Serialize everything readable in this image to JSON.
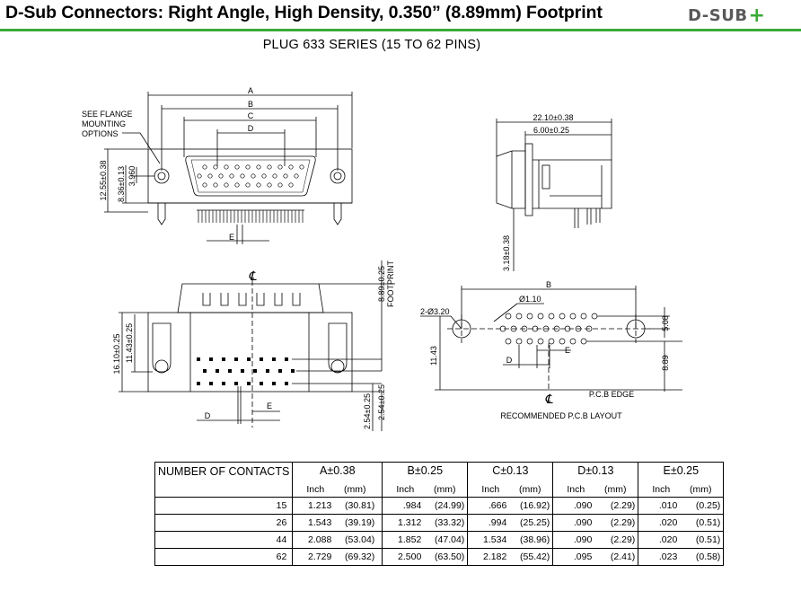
{
  "header": {
    "title": "D-Sub Connectors: Right Angle, High Density, 0.350” (8.89mm) Footprint",
    "logo_text": "D-SUB",
    "logo_plus": "+",
    "accent": "#3aaa35"
  },
  "subtitle": "PLUG 633 SERIES (15 TO 62 PINS)",
  "drawing": {
    "front": {
      "label_a": "A",
      "label_b": "B",
      "label_c": "C",
      "label_d": "D",
      "label_e": "E",
      "flange_note_1": "SEE FLANGE",
      "flange_note_2": "MOUNTING",
      "flange_note_3": "OPTIONS",
      "dim_12_55": "12.55±0.38",
      "dim_8_36": "8.36±0.13",
      "dim_3_96": "3.960"
    },
    "side": {
      "dim_22_10": "22.10±0.38",
      "dim_6_00": "6.00±0.25",
      "dim_3_18": "3.18±0.38"
    },
    "bottom": {
      "centerline": "℄",
      "label_d": "D",
      "label_e": "E",
      "dim_16_10": "16.10±0.25",
      "dim_11_43": "11.43±0.25",
      "dim_8_89": "8.89±0.25",
      "footprint": "FOOTPRINT",
      "dim_2_54a": "2.54±0.25",
      "dim_2_54b": "2.54±0.25"
    },
    "pcb": {
      "label_b": "B",
      "dia_hole": "Ø1.10",
      "dia_mount": "2-Ø3.20",
      "label_d": "D",
      "label_e": "E",
      "dim_5_08": "5.08",
      "dim_8_89": "8.89",
      "dim_11_43": "11.43",
      "centerline": "℄",
      "pcb_edge": "P.C.B EDGE",
      "caption": "RECOMMENDED P.C.B LAYOUT"
    }
  },
  "table": {
    "header_first": "NUMBER OF CONTACTS",
    "columns": [
      "A±0.38",
      "B±0.25",
      "C±0.13",
      "D±0.13",
      "E±0.25"
    ],
    "unit_inch": "Inch",
    "unit_mm": "(mm)",
    "rows": [
      {
        "contacts": "15",
        "a": [
          "1.213",
          "(30.81)"
        ],
        "b": [
          ".984",
          "(24.99)"
        ],
        "c": [
          ".666",
          "(16.92)"
        ],
        "d": [
          ".090",
          "(2.29)"
        ],
        "e": [
          ".010",
          "(0.25)"
        ]
      },
      {
        "contacts": "26",
        "a": [
          "1.543",
          "(39.19)"
        ],
        "b": [
          "1.312",
          "(33.32)"
        ],
        "c": [
          ".994",
          "(25.25)"
        ],
        "d": [
          ".090",
          "(2.29)"
        ],
        "e": [
          ".020",
          "(0.51)"
        ]
      },
      {
        "contacts": "44",
        "a": [
          "2.088",
          "(53.04)"
        ],
        "b": [
          "1.852",
          "(47.04)"
        ],
        "c": [
          "1.534",
          "(38.96)"
        ],
        "d": [
          ".090",
          "(2.29)"
        ],
        "e": [
          ".020",
          "(0.51)"
        ]
      },
      {
        "contacts": "62",
        "a": [
          "2.729",
          "(69.32)"
        ],
        "b": [
          "2.500",
          "(63.50)"
        ],
        "c": [
          "2.182",
          "(55.42)"
        ],
        "d": [
          ".095",
          "(2.41)"
        ],
        "e": [
          ".023",
          "(0.58)"
        ]
      }
    ]
  }
}
